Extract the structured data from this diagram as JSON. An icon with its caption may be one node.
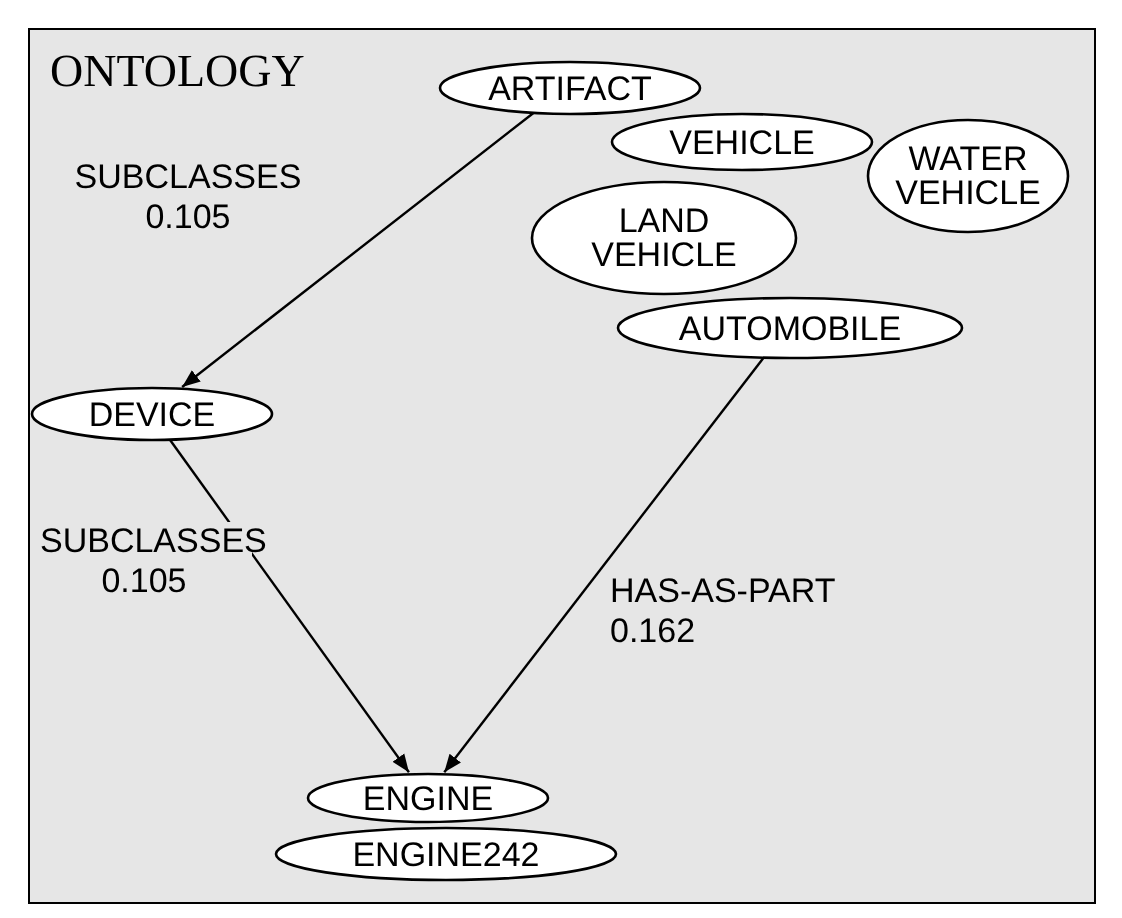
{
  "diagram": {
    "nodes": [
      {
        "text": [
          "ONTOLOGY"
        ]
      },
      {
        "text": [
          "ARTIFACT"
        ],
        "in": 0
      },
      {
        "text": [
          "VEHICLE"
        ],
        "in": 0
      },
      {
        "text": [
          "WATER VEHICLE"
        ],
        "in": 0
      },
      {
        "text": [
          "LAND VEHICLE"
        ],
        "in": 0
      },
      {
        "text": [
          "AUTOMOBILE"
        ],
        "in": 0
      },
      {
        "text": [
          "DEVICE"
        ],
        "in": 0
      },
      {
        "text": [
          "ENGINE"
        ],
        "in": 0
      },
      {
        "text": [
          "ENGINE242"
        ],
        "in": 0
      }
    ],
    "edges": [
      {
        "from": 1,
        "to": 6,
        "arrow": "to",
        "label": "SUBCLASSES 0.105"
      },
      {
        "from": 6,
        "to": 7,
        "arrow": "to",
        "label": "SUBCLASSES 0.105"
      },
      {
        "from": 5,
        "to": 7,
        "arrow": "to",
        "label": "HAS-AS-PART 0.162"
      }
    ]
  }
}
